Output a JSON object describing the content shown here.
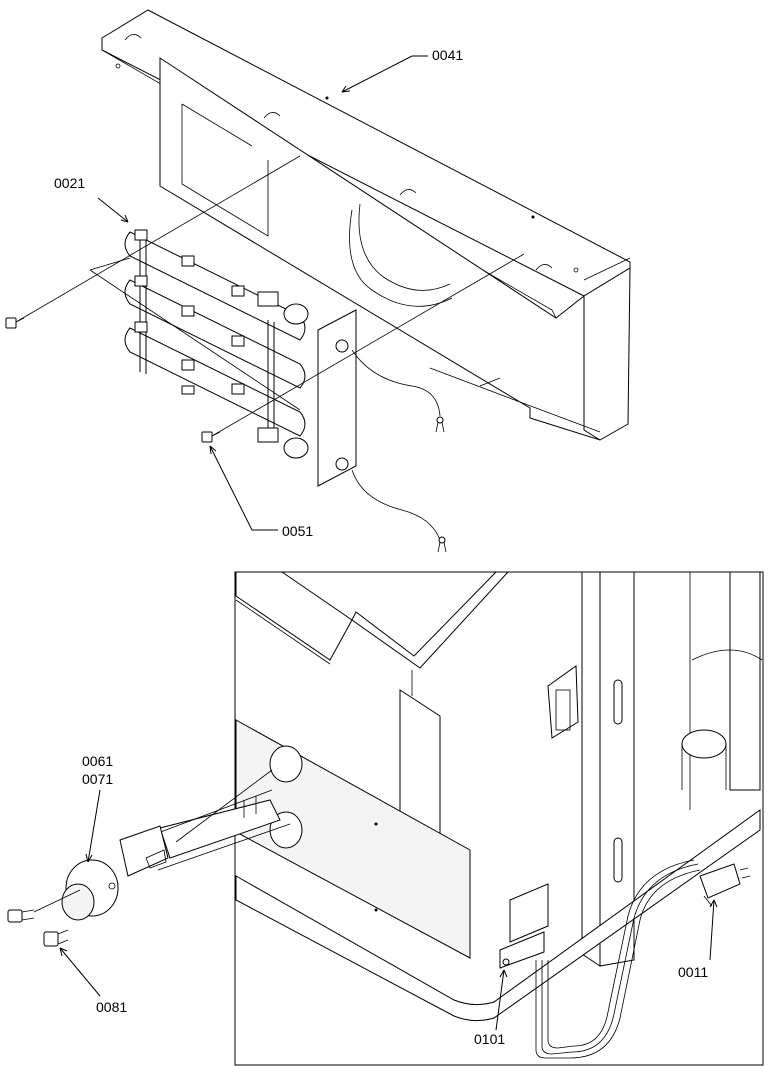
{
  "callouts": {
    "c0041": "0041",
    "c0021": "0021",
    "c0051": "0051",
    "c0061": "0061",
    "c0071": "0071",
    "c0081": "0081",
    "c0011": "0011",
    "c0101": "0101"
  },
  "icons": {
    "screw": "screw-icon",
    "terminal": "ring-terminal-icon",
    "plug": "power-plug-icon"
  }
}
